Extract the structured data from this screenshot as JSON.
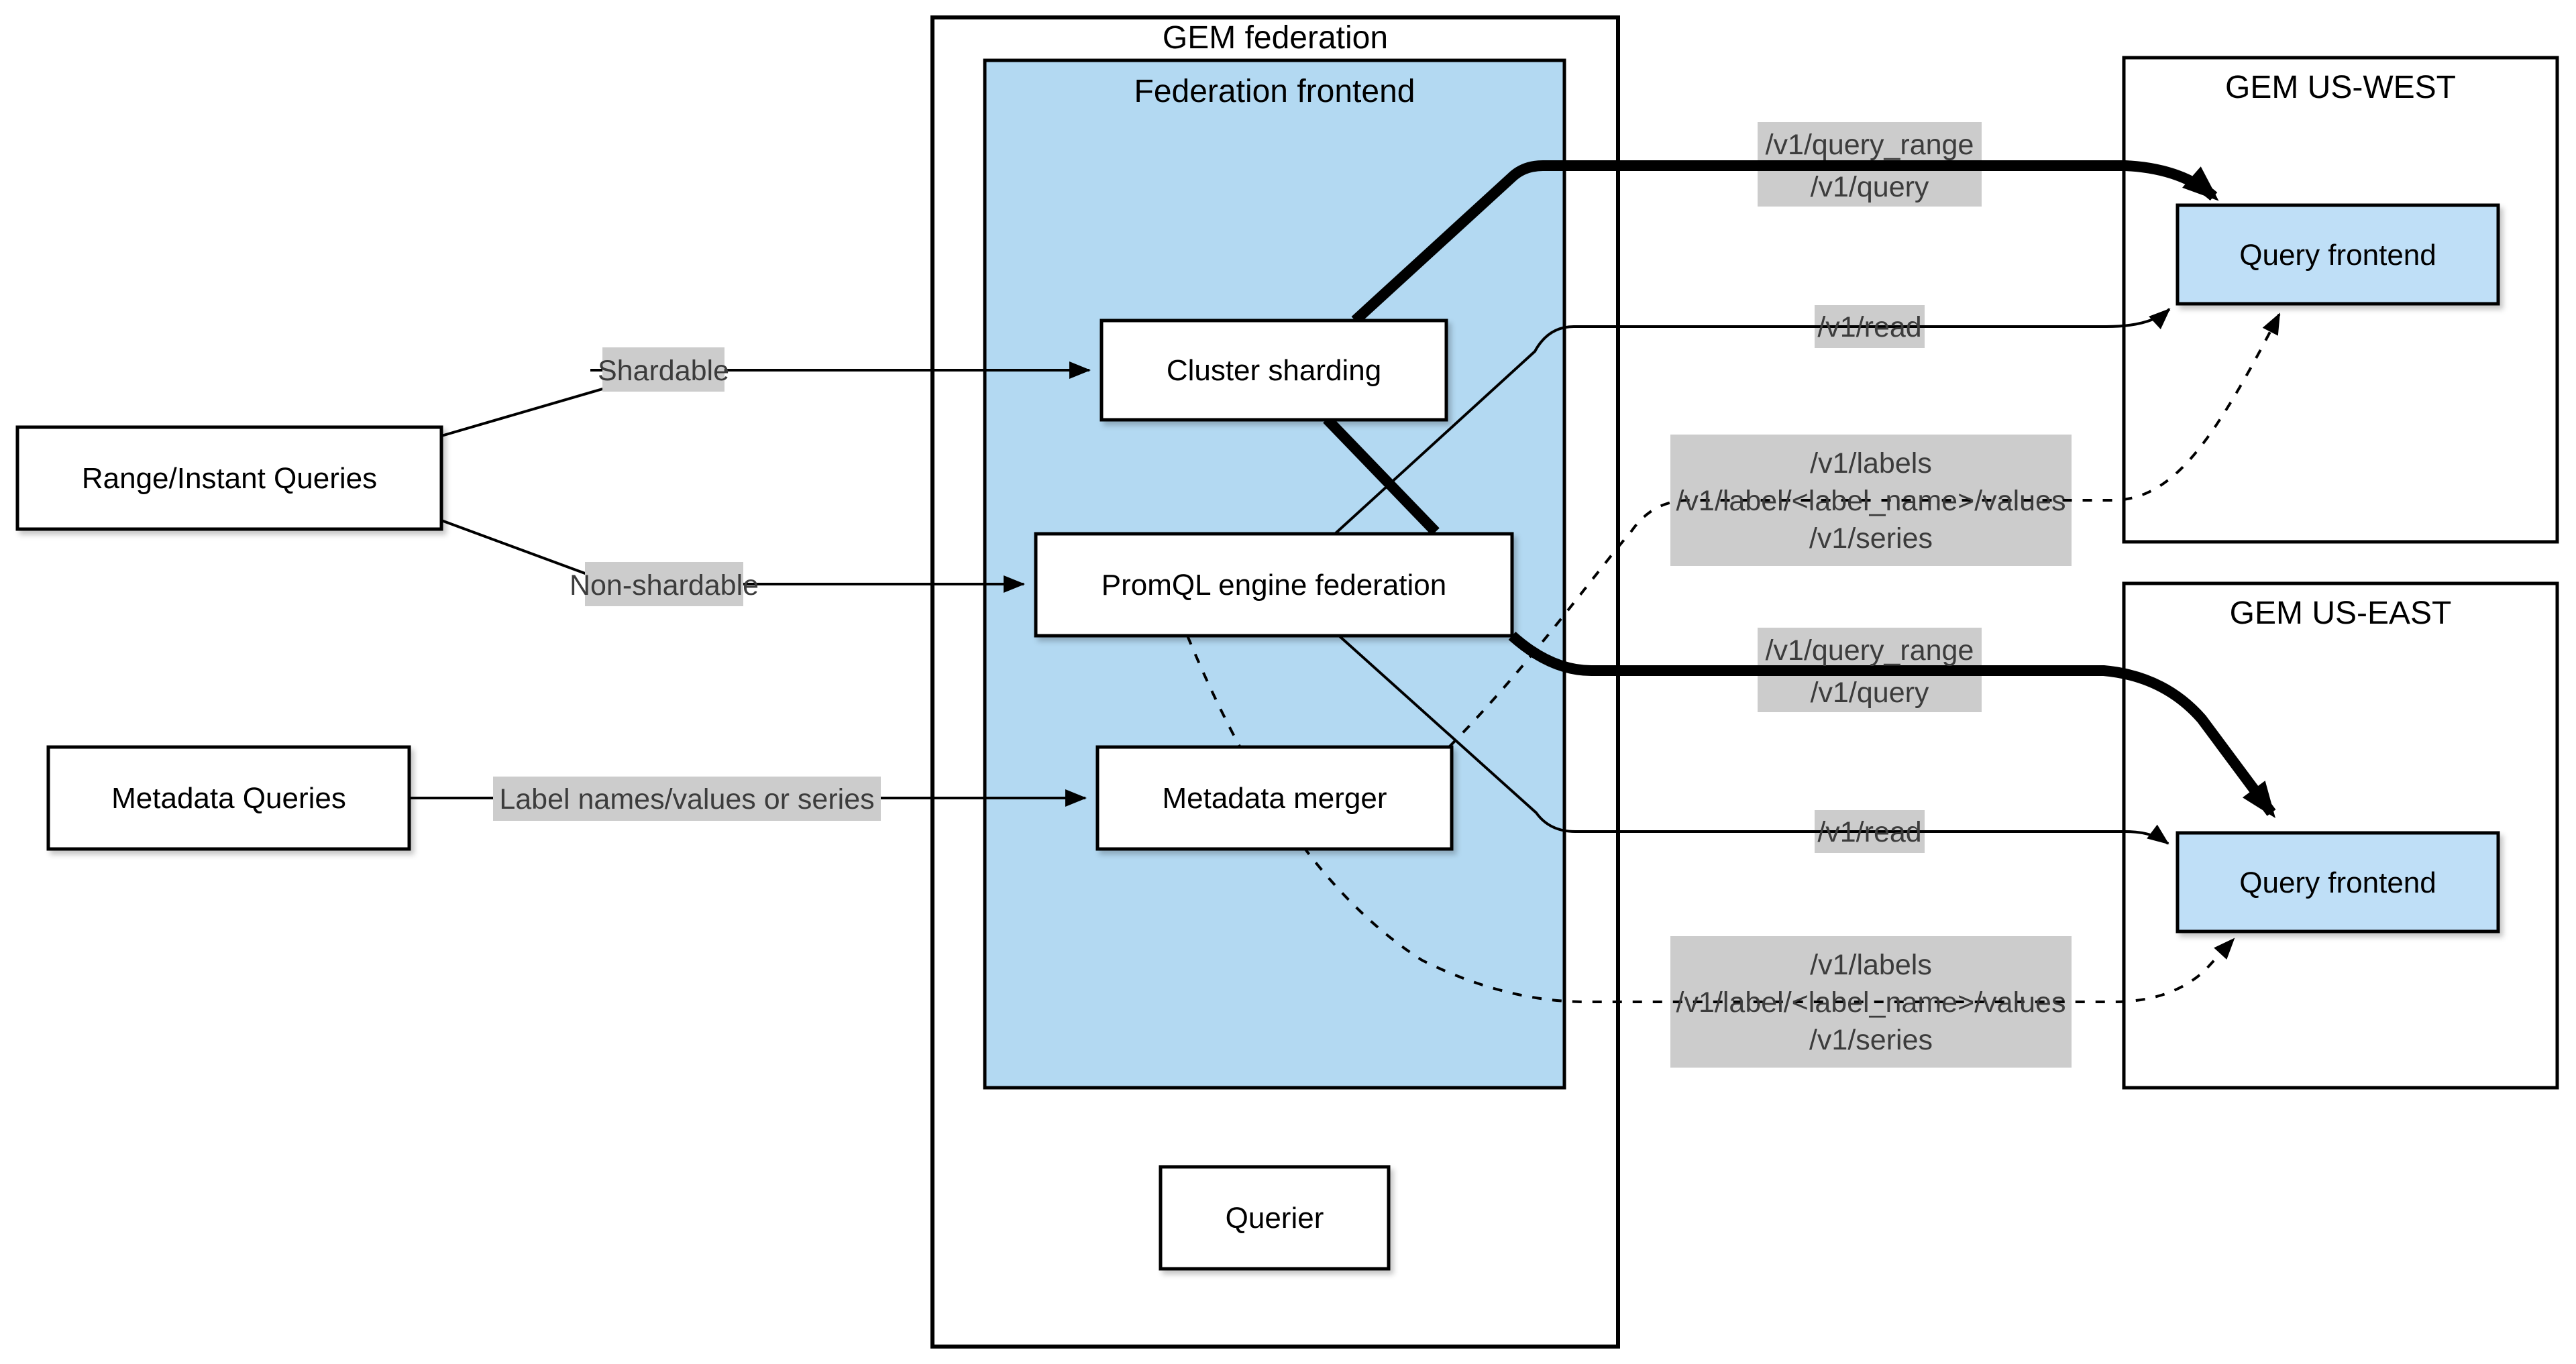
{
  "diagram": {
    "federation": {
      "title": "GEM federation",
      "frontend_label": "Federation frontend",
      "nodes": {
        "cluster_sharding": "Cluster sharding",
        "promql": "PromQL engine federation",
        "metadata_merger": "Metadata merger",
        "querier": "Querier"
      }
    },
    "sources": {
      "range_instant": "Range/Instant Queries",
      "metadata": "Metadata Queries"
    },
    "edge_labels": {
      "shardable": "Shardable",
      "non_shardable": "Non-shardable",
      "label_names": "Label names/values or series"
    },
    "api_labels": {
      "query_west": [
        "/v1/query_range",
        "/v1/query"
      ],
      "read_west": "/v1/read",
      "labels_west": [
        "/v1/labels",
        "/v1/label/<label_name>/values",
        "/v1/series"
      ],
      "query_east": [
        "/v1/query_range",
        "/v1/query"
      ],
      "read_east": "/v1/read",
      "labels_east": [
        "/v1/labels",
        "/v1/label/<label_name>/values",
        "/v1/series"
      ]
    },
    "clusters": {
      "west": {
        "title": "GEM US-WEST",
        "node": "Query frontend"
      },
      "east": {
        "title": "GEM US-EAST",
        "node": "Query frontend"
      }
    },
    "colors": {
      "federation_fill": "#b3d9f2",
      "query_frontend_fill": "#bfdff7",
      "gray_label_bg": "#cccccc",
      "gray_label_text": "#3c3c3c",
      "stroke": "#000000"
    }
  }
}
